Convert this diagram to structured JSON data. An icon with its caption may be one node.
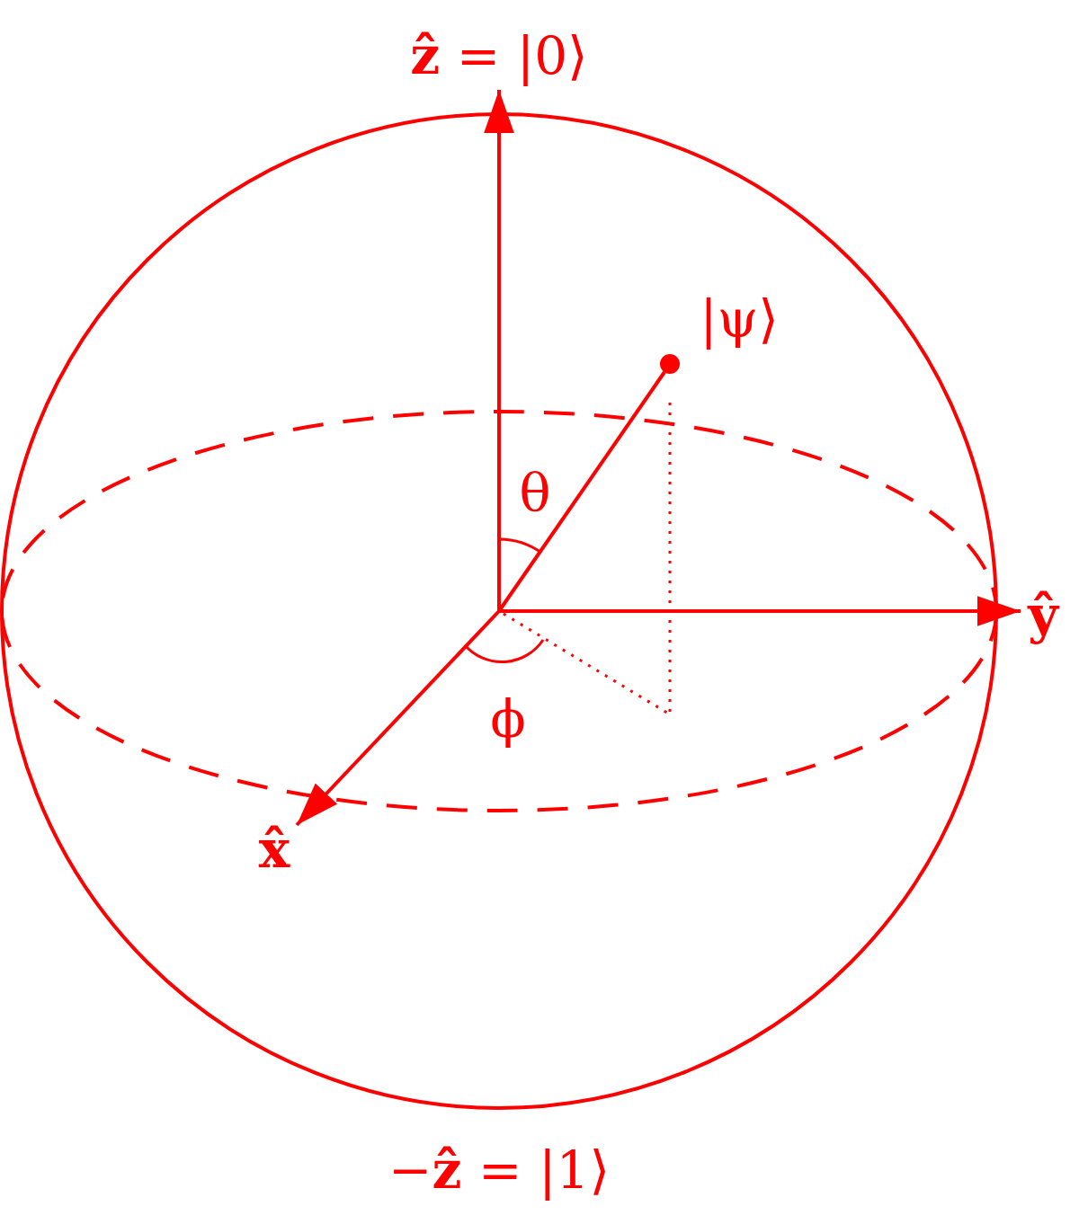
{
  "diagram": {
    "nodes": [
      {
        "text": [
          "**ẑ** = |0⟩"
        ]
      },
      {
        "text": [
          "**ŷ**"
        ]
      },
      {
        "text": [
          "**x̂**"
        ]
      },
      {
        "text": [],
        "shape": "circle",
        "beside": [
          "|ψ⟩"
        ]
      }
    ],
    "edges": [
      {
        "from": null,
        "to": 0,
        "arrow": "to"
      },
      {
        "from": null,
        "to": 1,
        "arrow": "to"
      },
      {
        "from": null,
        "to": 2,
        "arrow": "to"
      },
      {
        "from": null,
        "to": 3,
        "arrow": "none"
      }
    ],
    "labels": [
      "θ",
      "ϕ",
      "−**ẑ** = |1⟩"
    ]
  }
}
